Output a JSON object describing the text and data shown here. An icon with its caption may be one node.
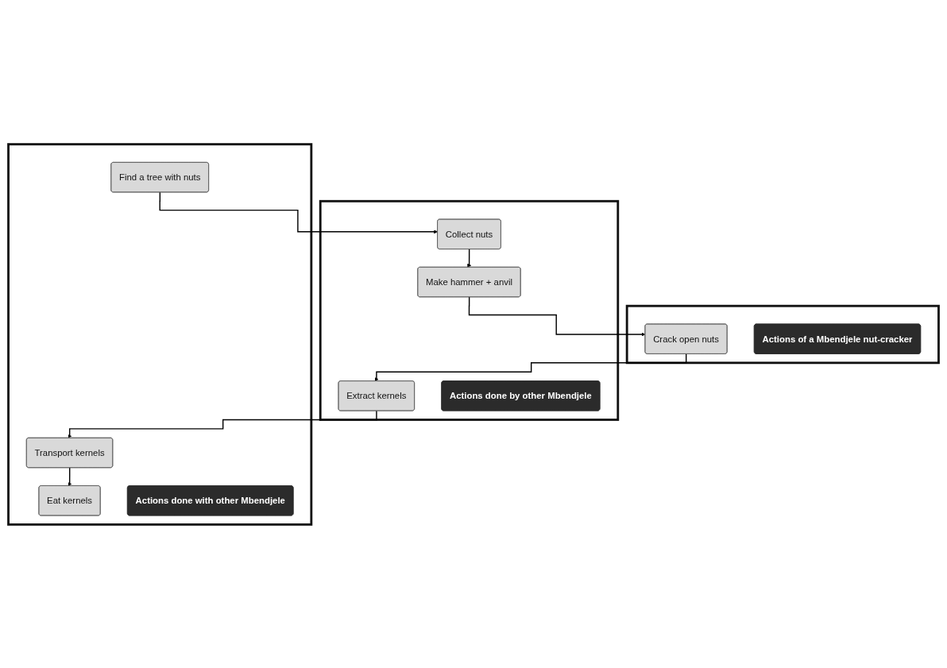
{
  "diagram": {
    "nodes": [
      {
        "text": [],
        "shape": "box"
      },
      {
        "text": [
          "Crack open nuts"
        ],
        "in": 0
      },
      {
        "text": [
          "Actions of a Mbendjele nut-cracker"
        ],
        "in": 0
      },
      {
        "text": [],
        "shape": "box"
      },
      {
        "text": [
          "Collect nuts"
        ],
        "in": 3
      },
      {
        "text": [
          "Make hammer + anvil"
        ],
        "in": 3
      },
      {
        "text": [
          "Extract kernels"
        ],
        "in": 3
      },
      {
        "text": [
          "Actions done by other Mbendjele"
        ],
        "in": 3
      },
      {
        "text": [],
        "shape": "box"
      },
      {
        "text": [
          "Find a tree with nuts"
        ],
        "in": 8
      },
      {
        "text": [
          "Transport kernels"
        ],
        "in": 8
      },
      {
        "text": [
          "Eat kernels"
        ],
        "in": 8
      },
      {
        "text": [
          "Actions done with other Mbendjele"
        ],
        "in": 8
      }
    ],
    "edges": [
      {
        "from": 9,
        "to": 4,
        "arrow": "to"
      },
      {
        "from": 4,
        "to": 5,
        "arrow": "to"
      },
      {
        "from": 5,
        "to": 1,
        "arrow": "to"
      },
      {
        "from": 1,
        "to": 6,
        "arrow": "to"
      },
      {
        "from": 6,
        "to": 10,
        "arrow": "to"
      },
      {
        "from": 10,
        "to": 11,
        "arrow": "to"
      }
    ]
  }
}
